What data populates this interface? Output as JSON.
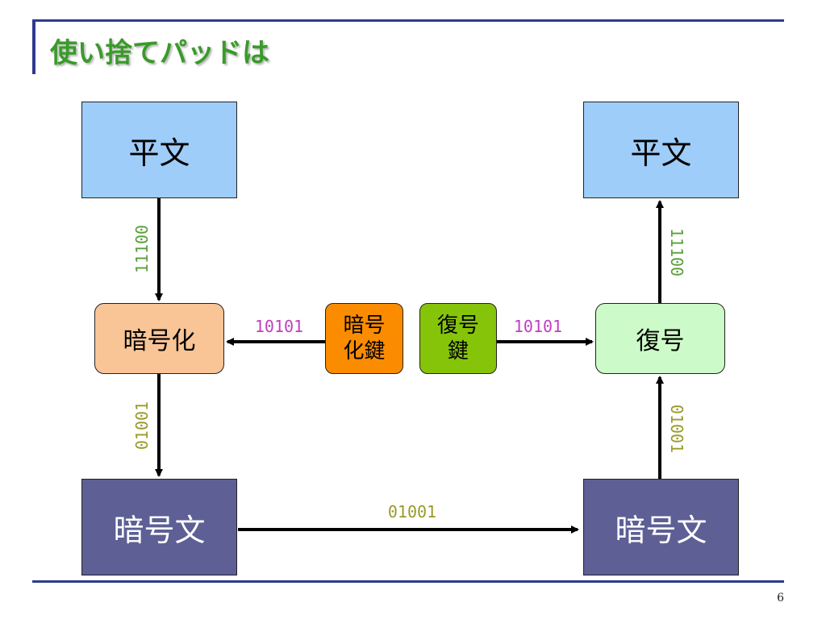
{
  "slide": {
    "title": "使い捨てパッドは",
    "page_number": "6"
  },
  "diagram": {
    "plaintext_left": "平文",
    "plaintext_right": "平文",
    "encrypt": "暗号化",
    "decrypt": "復号",
    "enc_key_line1": "暗号",
    "enc_key_line2": "化鍵",
    "dec_key_line1": "復号",
    "dec_key_line2": "鍵",
    "ciphertext_left": "暗号文",
    "ciphertext_right": "暗号文",
    "bits_plain_left": "11100",
    "bits_plain_right": "11100",
    "bits_key_left": "10101",
    "bits_key_right": "10101",
    "bits_cipher_left": "01001",
    "bits_cipher_right": "01001",
    "bits_cipher_transfer": "01001"
  },
  "colors": {
    "title_green": "#3a9a2a",
    "bits_green": "#5a9e3a",
    "bits_magenta": "#c040c0",
    "bits_olive": "#9a9a2a"
  }
}
